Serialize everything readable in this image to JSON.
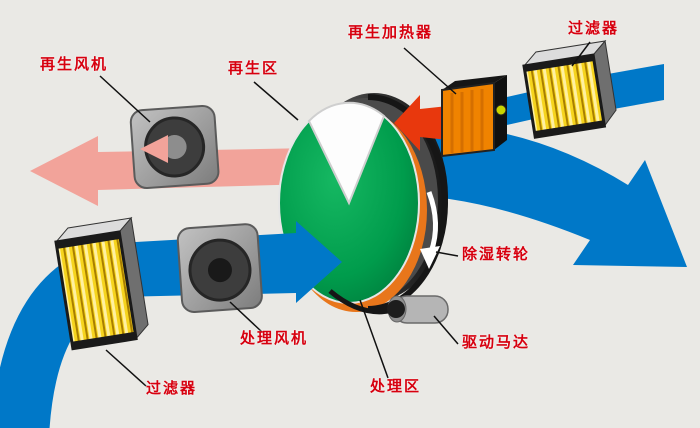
{
  "diagram": {
    "type": "desiccant-wheel-dehumidifier-schematic"
  },
  "labels": {
    "regen_fan": "再生风机",
    "regen_zone": "再生区",
    "regen_heater": "再生加热器",
    "filter_top": "过滤器",
    "wheel": "除湿转轮",
    "motor": "驱动马达",
    "process_zone": "处理区",
    "process_fan": "处理风机",
    "filter_bottom": "过滤器"
  },
  "colors": {
    "background": "#eae9e5",
    "process_air_blue": "#0078c8",
    "regen_exhaust_pink": "#f2a39a",
    "hot_air_red": "#e8380d",
    "wheel_green": "#00a04c",
    "filter_yellow": "#f6d41d",
    "heater_orange": "#f08300",
    "label_red": "#d7000f"
  }
}
